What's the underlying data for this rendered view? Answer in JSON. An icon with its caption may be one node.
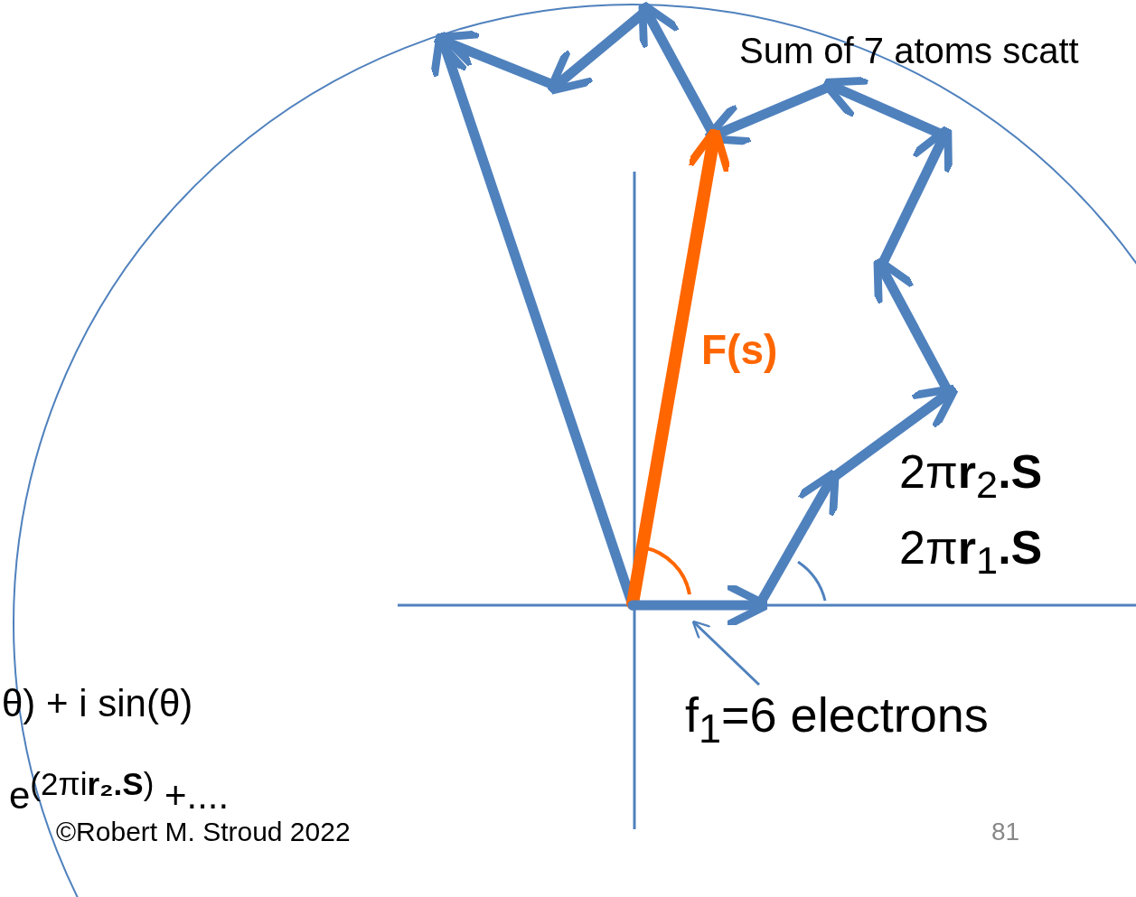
{
  "diagram": {
    "nodes": [
      {
        "text": [
          "f$_{1}$=6 electrons"
        ]
      },
      {
        "text": [],
        "shape": "arrow"
      }
    ],
    "edges": [
      {
        "from": 0,
        "to": 1,
        "arrow": "to"
      }
    ],
    "labels": [
      "Sum of 7 atoms scatt",
      "F(s)",
      "2π**r**$_{2}$**.S**",
      "2π**r**$_{1}$**.S**",
      "θ) + i sin(θ)",
      "e$^{(2πi}$**$^{r₂.S}$**$^{)}$ +....",
      "©Robert M. Stroud 2022",
      "81"
    ]
  }
}
